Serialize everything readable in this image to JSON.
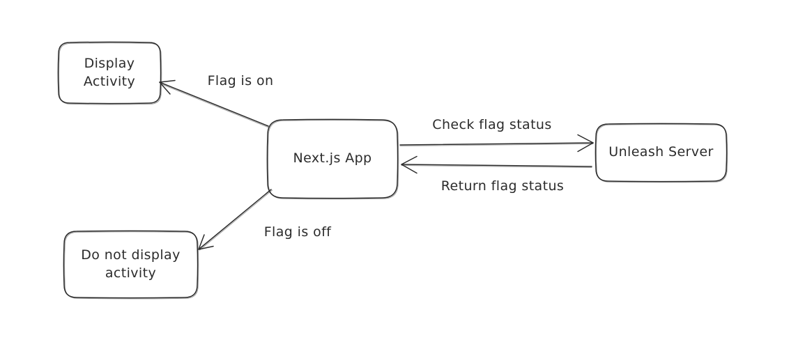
{
  "canvas": {
    "background": "#ffffff",
    "stroke_color": "#2b2b2b",
    "style": "hand-drawn"
  },
  "nodes": {
    "display_activity": {
      "line1": "Display",
      "line2": "Activity"
    },
    "nextjs_app": {
      "label": "Next.js App"
    },
    "unleash_server": {
      "label": "Unleash Server"
    },
    "do_not_display": {
      "line1": "Do not display",
      "line2": "activity"
    }
  },
  "edges": {
    "flag_on": {
      "label": "Flag is on",
      "from": "nextjs_app",
      "to": "display_activity"
    },
    "check_flag": {
      "label": "Check flag status",
      "from": "nextjs_app",
      "to": "unleash_server"
    },
    "return_flag": {
      "label": "Return flag status",
      "from": "unleash_server",
      "to": "nextjs_app"
    },
    "flag_off": {
      "label": "Flag is off",
      "from": "nextjs_app",
      "to": "do_not_display"
    }
  }
}
